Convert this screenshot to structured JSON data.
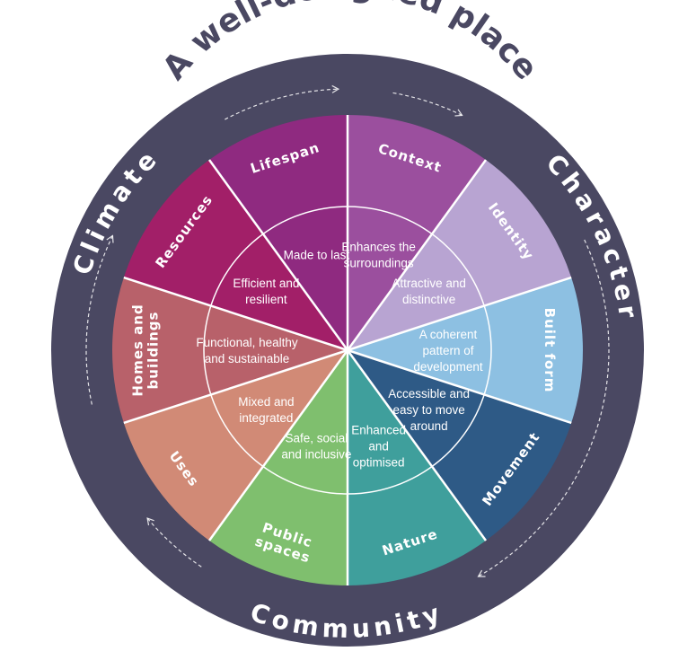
{
  "title": "A well-designed place",
  "ring_labels": {
    "character": "Character",
    "climate": "Climate",
    "community": "Community"
  },
  "colors": {
    "ring": "#4a4862",
    "title": "#4a4862",
    "spokes": "#ffffff"
  },
  "segments": [
    {
      "key": "context",
      "label": [
        "Context"
      ],
      "text": [
        "Enhances the",
        "surroundings"
      ],
      "color": "#9b4f9e"
    },
    {
      "key": "identity",
      "label": [
        "Identity"
      ],
      "text": [
        "Attractive and",
        "distinctive"
      ],
      "color": "#b8a4d2"
    },
    {
      "key": "built-form",
      "label": [
        "Built form"
      ],
      "text": [
        "A coherent",
        "pattern of",
        "development"
      ],
      "color": "#8dc0e2"
    },
    {
      "key": "movement",
      "label": [
        "Movement"
      ],
      "text": [
        "Accessible and",
        "easy to move",
        "around"
      ],
      "color": "#2e5a86"
    },
    {
      "key": "nature",
      "label": [
        "Nature"
      ],
      "text": [
        "Enhanced",
        "and",
        "optimised"
      ],
      "color": "#3f9f9c"
    },
    {
      "key": "public-spaces",
      "label": [
        "Public",
        "spaces"
      ],
      "text": [
        "Safe, social",
        "and inclusive"
      ],
      "color": "#7fbf6e"
    },
    {
      "key": "uses",
      "label": [
        "Uses"
      ],
      "text": [
        "Mixed and",
        "integrated"
      ],
      "color": "#d18a76"
    },
    {
      "key": "homes-and-buildings",
      "label": [
        "Homes and",
        "buildings"
      ],
      "text": [
        "Functional, healthy",
        "and sustainable"
      ],
      "color": "#b8616a"
    },
    {
      "key": "resources",
      "label": [
        "Resources"
      ],
      "text": [
        "Efficient and",
        "resilient"
      ],
      "color": "#a21f68"
    },
    {
      "key": "lifespan",
      "label": [
        "Lifespan"
      ],
      "text": [
        "Made to last"
      ],
      "color": "#8f2a80"
    }
  ]
}
